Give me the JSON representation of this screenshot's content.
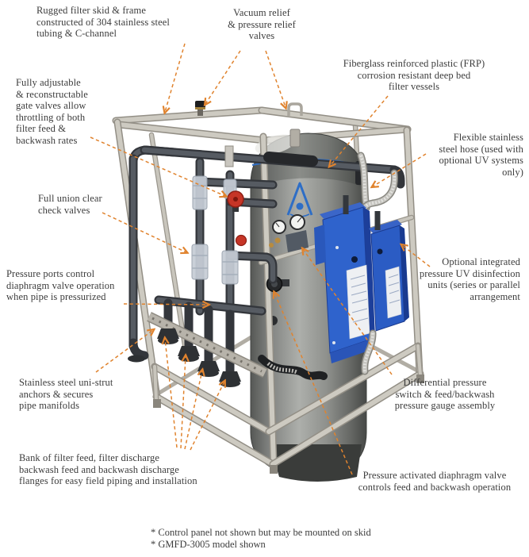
{
  "diagram": {
    "type": "annotated-equipment-diagram",
    "callouts": [
      {
        "id": "skid_frame",
        "text": "Rugged filter skid & frame\nconstructed of 304 stainless steel\ntubing & C-channel"
      },
      {
        "id": "relief_valves",
        "text": "Vacuum relief\n& pressure relief\nvalves"
      },
      {
        "id": "frp_vessels",
        "text": "Fiberglass reinforced plastic (FRP)\ncorrosion resistant deep bed\nfilter vessels"
      },
      {
        "id": "gate_valves",
        "text": "Fully adjustable\n& reconstructable\ngate valves allow\nthrottling of both\nfilter feed &\nbackwash rates"
      },
      {
        "id": "flex_hose",
        "text": "Flexible stainless\nsteel hose (used with\noptional UV systems\nonly)"
      },
      {
        "id": "check_valves",
        "text": "Full union clear\ncheck valves"
      },
      {
        "id": "uv_units",
        "text": "Optional integrated\npressure UV disinfection\nunits (series or parallel\narrangement"
      },
      {
        "id": "pressure_ports",
        "text": "Pressure ports control\ndiaphragm valve operation\nwhen pipe is pressurized"
      },
      {
        "id": "uni_strut",
        "text": "Stainless steel uni-strut\nanchors & secures\npipe manifolds"
      },
      {
        "id": "diff_pressure",
        "text": "Differential pressure\nswitch & feed/backwash\npressure gauge assembly"
      },
      {
        "id": "flange_bank",
        "text": "Bank of filter feed, filter discharge\nbackwash feed and backwash discharge\nflanges for easy field piping and installation"
      },
      {
        "id": "diaphragm_valve",
        "text": "Pressure activated diaphragm valve\ncontrols feed and backwash operation"
      }
    ],
    "footnotes": [
      "* Control panel not shown but may be mounted on skid",
      "* GMFD-3005 model shown"
    ],
    "colors": {
      "arrow_orange": "#e0832e",
      "label_text": "#3c3c3c",
      "uv_unit_blue": "#2f63cc",
      "logo_blue": "#2e6ec6",
      "vessel_gray": "#9a9c98",
      "frame_steel": "#c6c2b9",
      "valve_red": "#c63527"
    }
  }
}
